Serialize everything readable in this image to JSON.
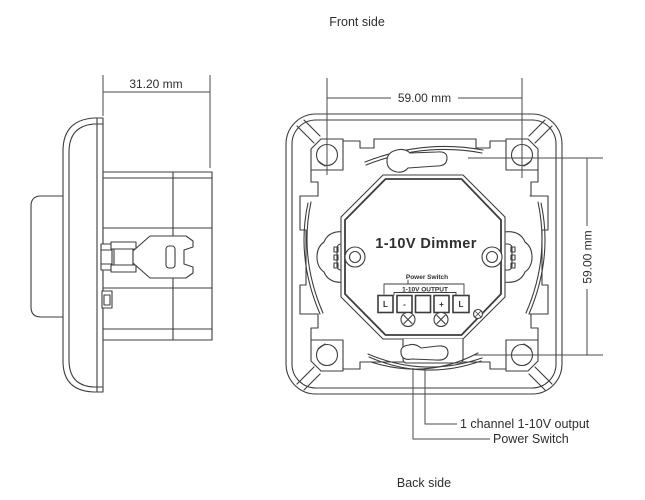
{
  "diagram": {
    "front_side_label": "Front side",
    "back_side_label": "Back side",
    "line_color": "#3d3d3d",
    "text_color": "#2e2e2e",
    "background": "#ffffff"
  },
  "side_view": {
    "depth_dimension": "31.20 mm"
  },
  "back_view": {
    "width_dimension": "59.00 mm",
    "height_dimension": "59.00 mm",
    "device_label": "1-10V Dimmer",
    "power_switch_bracket_label": "Power Switch",
    "output_bracket_label": "1-10V OUTPUT",
    "terminals": [
      "L",
      "-",
      "",
      "+",
      "L"
    ]
  },
  "callouts": {
    "output_channel": "1 channel 1-10V output",
    "power_switch": "Power Switch"
  }
}
